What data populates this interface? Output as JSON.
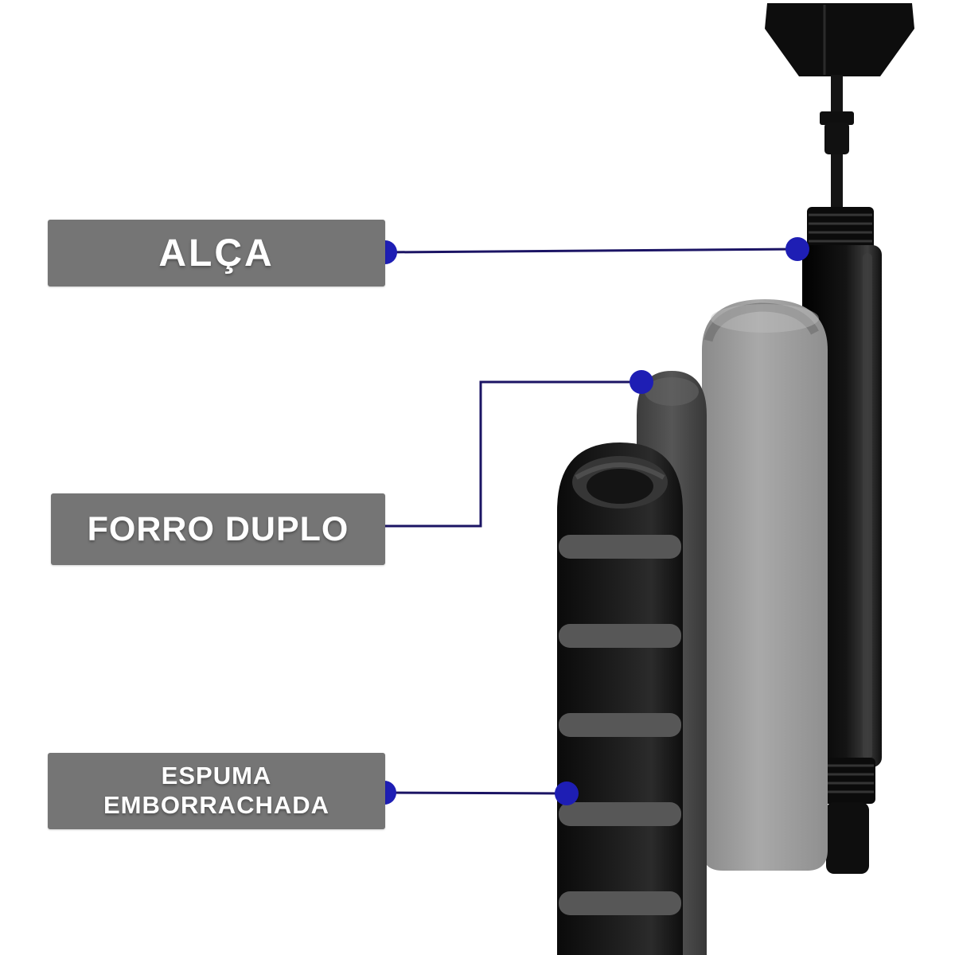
{
  "diagram": {
    "type": "product-callout-diagram",
    "labels": {
      "alca": {
        "text": "ALÇA"
      },
      "forro_duplo": {
        "text": "FORRO DUPLO"
      },
      "espuma": {
        "line1": "ESPUMA",
        "line2": "EMBORRACHADA"
      }
    },
    "parts": [
      {
        "id": "handle",
        "label": "ALÇA"
      },
      {
        "id": "double-liner",
        "label": "FORRO DUPLO"
      },
      {
        "id": "rubber-foam",
        "label": "ESPUMA EMBORRACHADA"
      }
    ],
    "colors": {
      "background": "#ffffff",
      "label_background": "#757575",
      "label_text": "#ffffff",
      "callout_line": "#1b1464",
      "callout_dot": "#1e1eb4",
      "product_black": "#111111",
      "liner_light_gray": "#9b9b9b",
      "liner_dark_gray": "#474747",
      "foam_rib_gray": "#575757"
    }
  }
}
